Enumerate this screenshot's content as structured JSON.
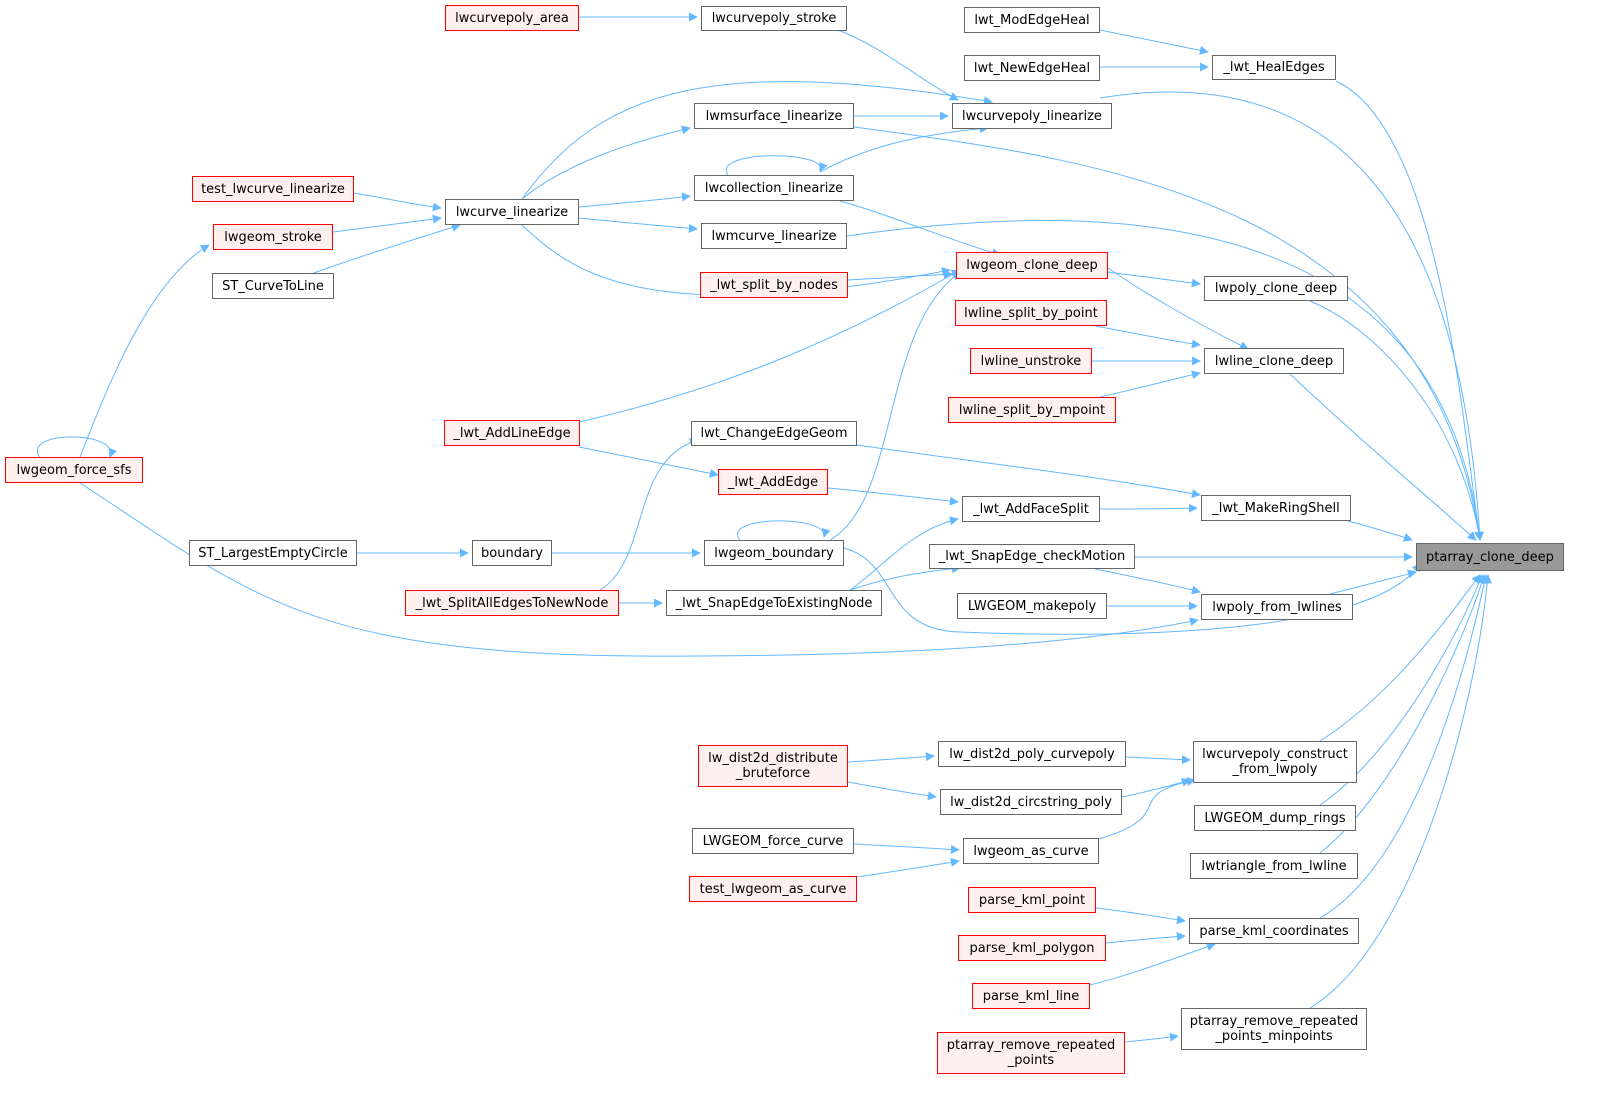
{
  "colors": {
    "edge": "#63b8ff",
    "border": "#666666",
    "red_border": "#ff0000",
    "red_fill": "#fff0f0",
    "root_fill": "#999999"
  },
  "nodes": [
    {
      "id": "n0",
      "label": "ptarray_clone_deep",
      "style": "root"
    },
    {
      "id": "n1",
      "label": "_lwt_HealEdges",
      "style": "plain"
    },
    {
      "id": "n2",
      "label": "lwt_ModEdgeHeal",
      "style": "plain"
    },
    {
      "id": "n3",
      "label": "lwt_NewEdgeHeal",
      "style": "plain"
    },
    {
      "id": "n4",
      "label": "lwcurvepoly_linearize",
      "style": "plain"
    },
    {
      "id": "n5",
      "label": "lwcurvepoly_stroke",
      "style": "plain"
    },
    {
      "id": "n6",
      "label": "lwcurvepoly_area",
      "style": "red"
    },
    {
      "id": "n7",
      "label": "lwmsurface_linearize",
      "style": "plain"
    },
    {
      "id": "n8",
      "label": "lwcollection_linearize",
      "style": "plain"
    },
    {
      "id": "n9",
      "label": "lwcurve_linearize",
      "style": "plain"
    },
    {
      "id": "n10",
      "label": "test_lwcurve_linearize",
      "style": "red"
    },
    {
      "id": "n11",
      "label": "lwgeom_stroke",
      "style": "red"
    },
    {
      "id": "n12",
      "label": "ST_CurveToLine",
      "style": "plain"
    },
    {
      "id": "n13",
      "label": "lwgeom_force_sfs",
      "style": "red"
    },
    {
      "id": "n14",
      "label": "lwmcurve_linearize",
      "style": "plain"
    },
    {
      "id": "n15",
      "label": "lwgeom_clone_deep",
      "style": "red"
    },
    {
      "id": "n16",
      "label": "_lwt_split_by_nodes",
      "style": "red"
    },
    {
      "id": "n17",
      "label": "lwpoly_clone_deep",
      "style": "plain"
    },
    {
      "id": "n18",
      "label": "lwline_clone_deep",
      "style": "plain"
    },
    {
      "id": "n19",
      "label": "lwline_split_by_point",
      "style": "red"
    },
    {
      "id": "n20",
      "label": "lwline_unstroke",
      "style": "red"
    },
    {
      "id": "n21",
      "label": "lwline_split_by_mpoint",
      "style": "red"
    },
    {
      "id": "n22",
      "label": "_lwt_AddLineEdge",
      "style": "red"
    },
    {
      "id": "n23",
      "label": "lwt_ChangeEdgeGeom",
      "style": "plain"
    },
    {
      "id": "n24",
      "label": "_lwt_AddEdge",
      "style": "red"
    },
    {
      "id": "n25",
      "label": "_lwt_MakeRingShell",
      "style": "plain"
    },
    {
      "id": "n26",
      "label": "_lwt_AddFaceSplit",
      "style": "plain"
    },
    {
      "id": "n27",
      "label": "lwgeom_boundary",
      "style": "plain"
    },
    {
      "id": "n28",
      "label": "boundary",
      "style": "plain"
    },
    {
      "id": "n29",
      "label": "ST_LargestEmptyCircle",
      "style": "plain"
    },
    {
      "id": "n30",
      "label": "_lwt_SnapEdge_checkMotion",
      "style": "plain"
    },
    {
      "id": "n31",
      "label": "_lwt_SnapEdgeToExistingNode",
      "style": "plain"
    },
    {
      "id": "n32",
      "label": "_lwt_SplitAllEdgesToNewNode",
      "style": "red"
    },
    {
      "id": "n33",
      "label": "lwpoly_from_lwlines",
      "style": "plain"
    },
    {
      "id": "n34",
      "label": "LWGEOM_makepoly",
      "style": "plain"
    },
    {
      "id": "n35",
      "label": "lwcurvepoly_construct\n_from_lwpoly",
      "style": "plain"
    },
    {
      "id": "n36",
      "label": "lw_dist2d_poly_curvepoly",
      "style": "plain"
    },
    {
      "id": "n37",
      "label": "lw_dist2d_distribute\n_bruteforce",
      "style": "red"
    },
    {
      "id": "n38",
      "label": "lw_dist2d_circstring_poly",
      "style": "plain"
    },
    {
      "id": "n39",
      "label": "lwgeom_as_curve",
      "style": "plain"
    },
    {
      "id": "n40",
      "label": "LWGEOM_force_curve",
      "style": "plain"
    },
    {
      "id": "n41",
      "label": "test_lwgeom_as_curve",
      "style": "red"
    },
    {
      "id": "n42",
      "label": "LWGEOM_dump_rings",
      "style": "plain"
    },
    {
      "id": "n43",
      "label": "lwtriangle_from_lwline",
      "style": "plain"
    },
    {
      "id": "n44",
      "label": "parse_kml_coordinates",
      "style": "plain"
    },
    {
      "id": "n45",
      "label": "parse_kml_point",
      "style": "red"
    },
    {
      "id": "n46",
      "label": "parse_kml_polygon",
      "style": "red"
    },
    {
      "id": "n47",
      "label": "parse_kml_line",
      "style": "red"
    },
    {
      "id": "n48",
      "label": "ptarray_remove_repeated\n_points_minpoints",
      "style": "plain"
    },
    {
      "id": "n49",
      "label": "ptarray_remove_repeated\n_points",
      "style": "red"
    }
  ],
  "edges": [
    {
      "from": "n1",
      "to": "n0"
    },
    {
      "from": "n2",
      "to": "n1"
    },
    {
      "from": "n3",
      "to": "n1"
    },
    {
      "from": "n4",
      "to": "n0"
    },
    {
      "from": "n5",
      "to": "n4"
    },
    {
      "from": "n6",
      "to": "n5"
    },
    {
      "from": "n7",
      "to": "n4"
    },
    {
      "from": "n8",
      "to": "n4"
    },
    {
      "from": "n9",
      "to": "n4"
    },
    {
      "from": "n7",
      "to": "n0"
    },
    {
      "from": "n9",
      "to": "n7"
    },
    {
      "from": "n9",
      "to": "n8"
    },
    {
      "from": "n8",
      "to": "n8"
    },
    {
      "from": "n10",
      "to": "n9"
    },
    {
      "from": "n11",
      "to": "n9"
    },
    {
      "from": "n12",
      "to": "n9"
    },
    {
      "from": "n13",
      "to": "n11"
    },
    {
      "from": "n13",
      "to": "n13"
    },
    {
      "from": "n14",
      "to": "n0"
    },
    {
      "from": "n9",
      "to": "n14"
    },
    {
      "from": "n15",
      "to": "n17"
    },
    {
      "from": "n15",
      "to": "n18"
    },
    {
      "from": "n8",
      "to": "n15"
    },
    {
      "from": "n9",
      "to": "n15"
    },
    {
      "from": "n16",
      "to": "n15"
    },
    {
      "from": "n22",
      "to": "n15"
    },
    {
      "from": "n27",
      "to": "n15"
    },
    {
      "from": "n17",
      "to": "n0"
    },
    {
      "from": "n18",
      "to": "n0"
    },
    {
      "from": "n19",
      "to": "n18"
    },
    {
      "from": "n20",
      "to": "n18"
    },
    {
      "from": "n21",
      "to": "n18"
    },
    {
      "from": "n25",
      "to": "n0"
    },
    {
      "from": "n23",
      "to": "n25"
    },
    {
      "from": "n26",
      "to": "n25"
    },
    {
      "from": "n24",
      "to": "n26"
    },
    {
      "from": "n22",
      "to": "n24"
    },
    {
      "from": "n31",
      "to": "n26"
    },
    {
      "from": "n32",
      "to": "n23"
    },
    {
      "from": "n27",
      "to": "n0"
    },
    {
      "from": "n27",
      "to": "n27"
    },
    {
      "from": "n28",
      "to": "n27"
    },
    {
      "from": "n29",
      "to": "n28"
    },
    {
      "from": "n30",
      "to": "n0"
    },
    {
      "from": "n31",
      "to": "n30"
    },
    {
      "from": "n32",
      "to": "n31"
    },
    {
      "from": "n33",
      "to": "n0"
    },
    {
      "from": "n30",
      "to": "n33"
    },
    {
      "from": "n34",
      "to": "n33"
    },
    {
      "from": "n13",
      "to": "n33"
    },
    {
      "from": "n35",
      "to": "n0"
    },
    {
      "from": "n36",
      "to": "n35"
    },
    {
      "from": "n38",
      "to": "n35"
    },
    {
      "from": "n39",
      "to": "n35"
    },
    {
      "from": "n37",
      "to": "n36"
    },
    {
      "from": "n37",
      "to": "n38"
    },
    {
      "from": "n40",
      "to": "n39"
    },
    {
      "from": "n41",
      "to": "n39"
    },
    {
      "from": "n42",
      "to": "n0"
    },
    {
      "from": "n43",
      "to": "n0"
    },
    {
      "from": "n44",
      "to": "n0"
    },
    {
      "from": "n45",
      "to": "n44"
    },
    {
      "from": "n46",
      "to": "n44"
    },
    {
      "from": "n47",
      "to": "n44"
    },
    {
      "from": "n48",
      "to": "n0"
    },
    {
      "from": "n49",
      "to": "n48"
    }
  ]
}
